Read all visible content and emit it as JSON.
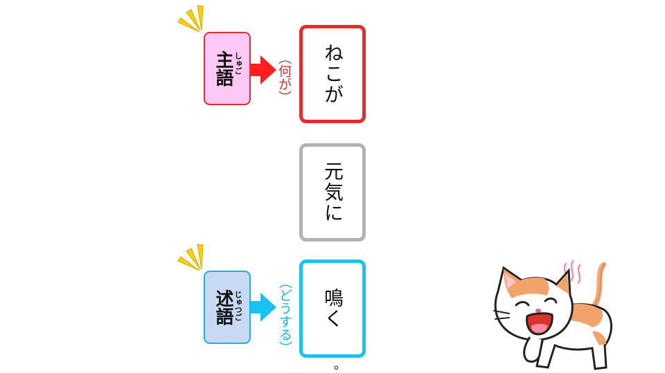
{
  "cards": [
    {
      "text": "ねこが",
      "color": "#e62a2f"
    },
    {
      "text": "元気に",
      "color": "#b3b3b3"
    },
    {
      "text": "鳴く",
      "color": "#19c2f0"
    }
  ],
  "subject": {
    "label": "主語",
    "reading": "しゅご",
    "hint": "（何が）",
    "color": "#e62a2f",
    "fill": "#fbc9f4"
  },
  "predicate": {
    "label": "述語",
    "reading": "じゅつご",
    "hint": "（どうする）",
    "color": "#19aef0",
    "fill": "#c8d9f3"
  },
  "period": "。",
  "icons": [
    "sparkle-icon",
    "arrow-right-icon",
    "cat-illustration"
  ]
}
